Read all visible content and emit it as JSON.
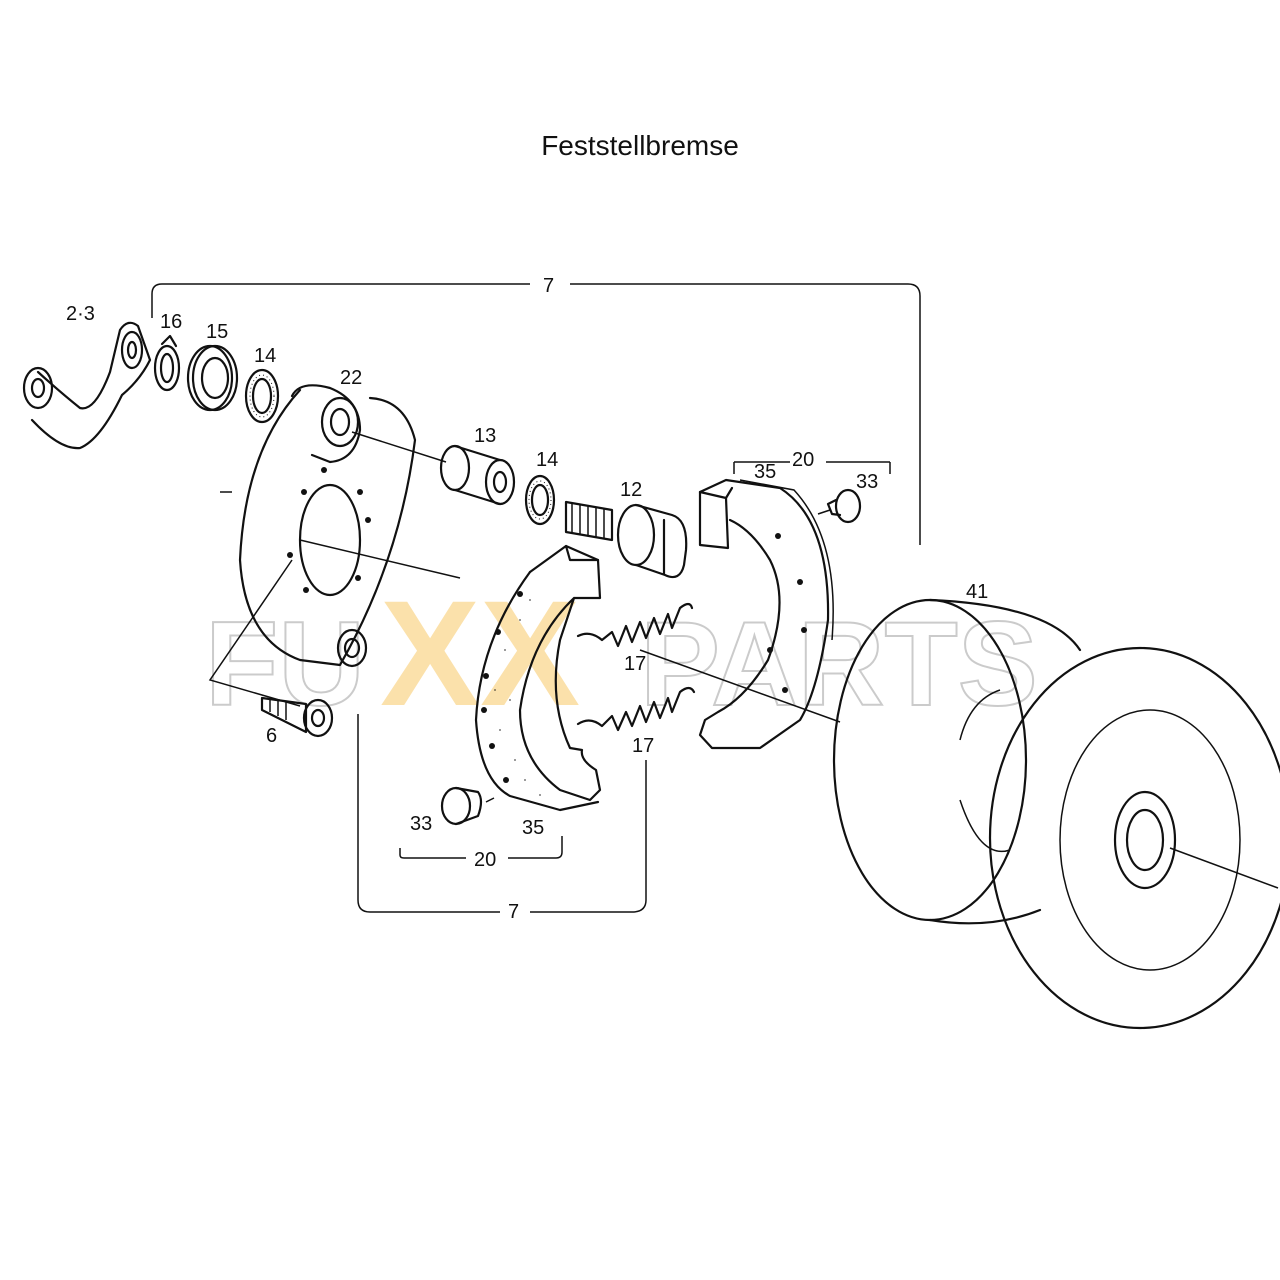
{
  "title": "Feststellbremse",
  "watermark": {
    "left": "FU",
    "middle": "XX",
    "right": "PARTS",
    "accent_color": "#f5b73a"
  },
  "labels": {
    "p2_3": "2·3",
    "p16": "16",
    "p15": "15",
    "p14a": "14",
    "p22": "22",
    "p13": "13",
    "p14b": "14",
    "p12": "12",
    "p20top": "20",
    "p35top": "35",
    "p33top": "33",
    "p7top": "7",
    "p41": "41",
    "p17a": "17",
    "p17b": "17",
    "p6": "6",
    "p33bot": "33",
    "p35bot": "35",
    "p20bot": "20",
    "p7bot": "7"
  }
}
